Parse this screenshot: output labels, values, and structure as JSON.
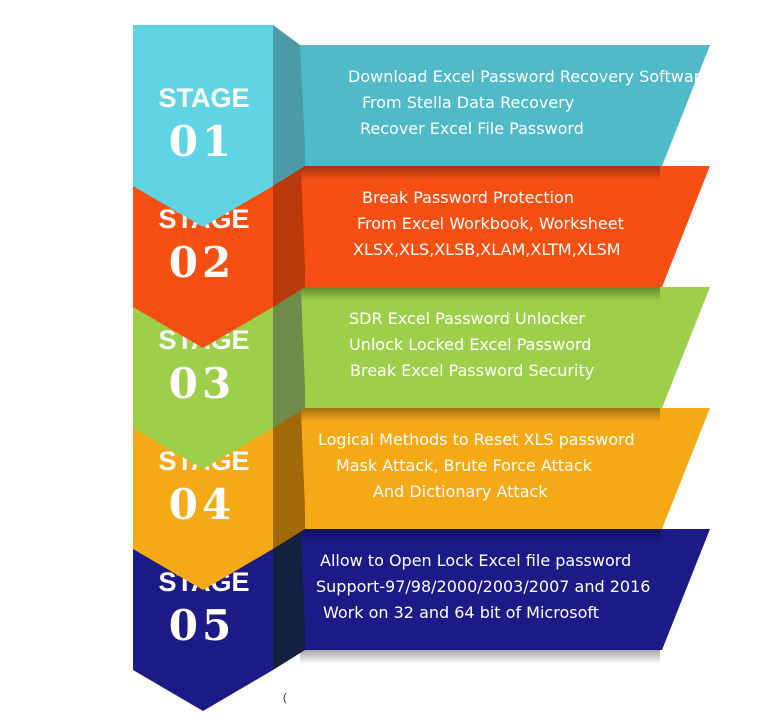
{
  "stages": [
    {
      "label": "STAGE",
      "number": "01",
      "front": "#60d4e4",
      "side": "#4a9aa7",
      "banner": "#50bac8",
      "lines": [
        "Download Excel Password Recovery Software",
        "From Stella Data Recovery",
        "Recover Excel File Password"
      ]
    },
    {
      "label": "STAGE",
      "number": "02",
      "front": "#f64f14",
      "side": "#b9390c",
      "banner": "#f54f14",
      "lines": [
        "Break Password Protection",
        "From Excel Workbook, Worksheet",
        "XLSX,XLS,XLSB,XLAM,XLTM,XLSM"
      ]
    },
    {
      "label": "STAGE",
      "number": "03",
      "front": "#9dcf4b",
      "side": "#6e8b4a",
      "banner": "#9dcf4b",
      "lines": [
        "SDR Excel Password Unlocker",
        "Unlock Locked Excel Password",
        "Break Excel Password Security"
      ]
    },
    {
      "label": "STAGE",
      "number": "04",
      "front": "#f5a916",
      "side": "#a06a08",
      "banner": "#f5a916",
      "lines": [
        "Logical Methods to Reset XLS password",
        "Mask Attack, Brute Force Attack",
        "And Dictionary Attack"
      ]
    },
    {
      "label": "STAGE",
      "number": "05",
      "front": "#1c1a86",
      "side": "#13203f",
      "banner": "#1c1a86",
      "lines": [
        "Allow to Open Lock Excel file password",
        "Support-97/98/2000/2003/2007 and 2016",
        "Work on 32 and 64 bit of Microsoft"
      ]
    }
  ],
  "stray_mark": "("
}
